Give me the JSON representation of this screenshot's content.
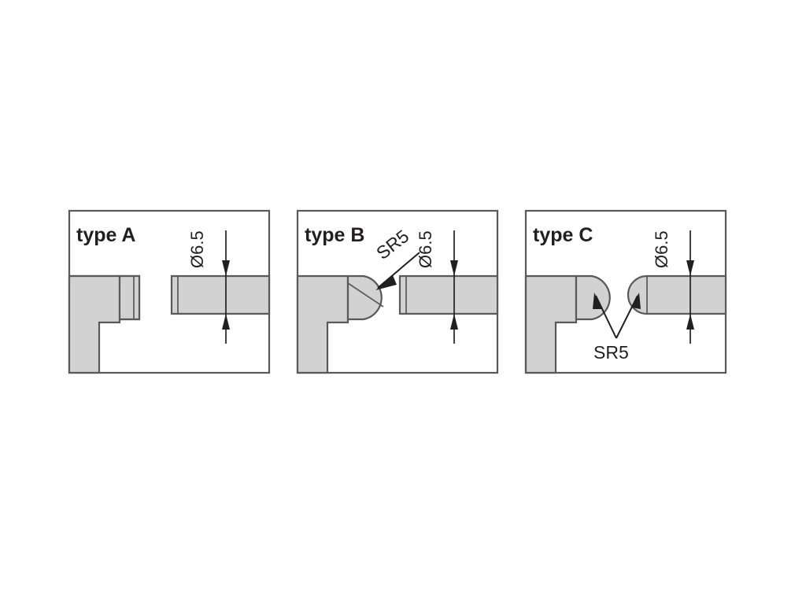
{
  "figure": {
    "title": "Ball-end and flat-end probe styli comparison",
    "background_color": "#ffffff",
    "part_fill_color": "#d2d2d2",
    "line_color": "#58595b",
    "text_color": "#231f20",
    "panel_count": 3
  },
  "panels": [
    {
      "id": "type-a",
      "label": "type A",
      "diameter_dimension": "Ø6.5",
      "radius_callout": null,
      "block_tip": "flat",
      "shaft_tip": "flat",
      "leader_count": 0
    },
    {
      "id": "type-b",
      "label": "type B",
      "diameter_dimension": "Ø6.5",
      "radius_callout": "SR5",
      "block_tip": "spherical",
      "shaft_tip": "flat",
      "leader_count": 1
    },
    {
      "id": "type-c",
      "label": "type C",
      "diameter_dimension": "Ø6.5",
      "radius_callout": "SR5",
      "block_tip": "spherical",
      "shaft_tip": "spherical",
      "leader_count": 2
    }
  ]
}
